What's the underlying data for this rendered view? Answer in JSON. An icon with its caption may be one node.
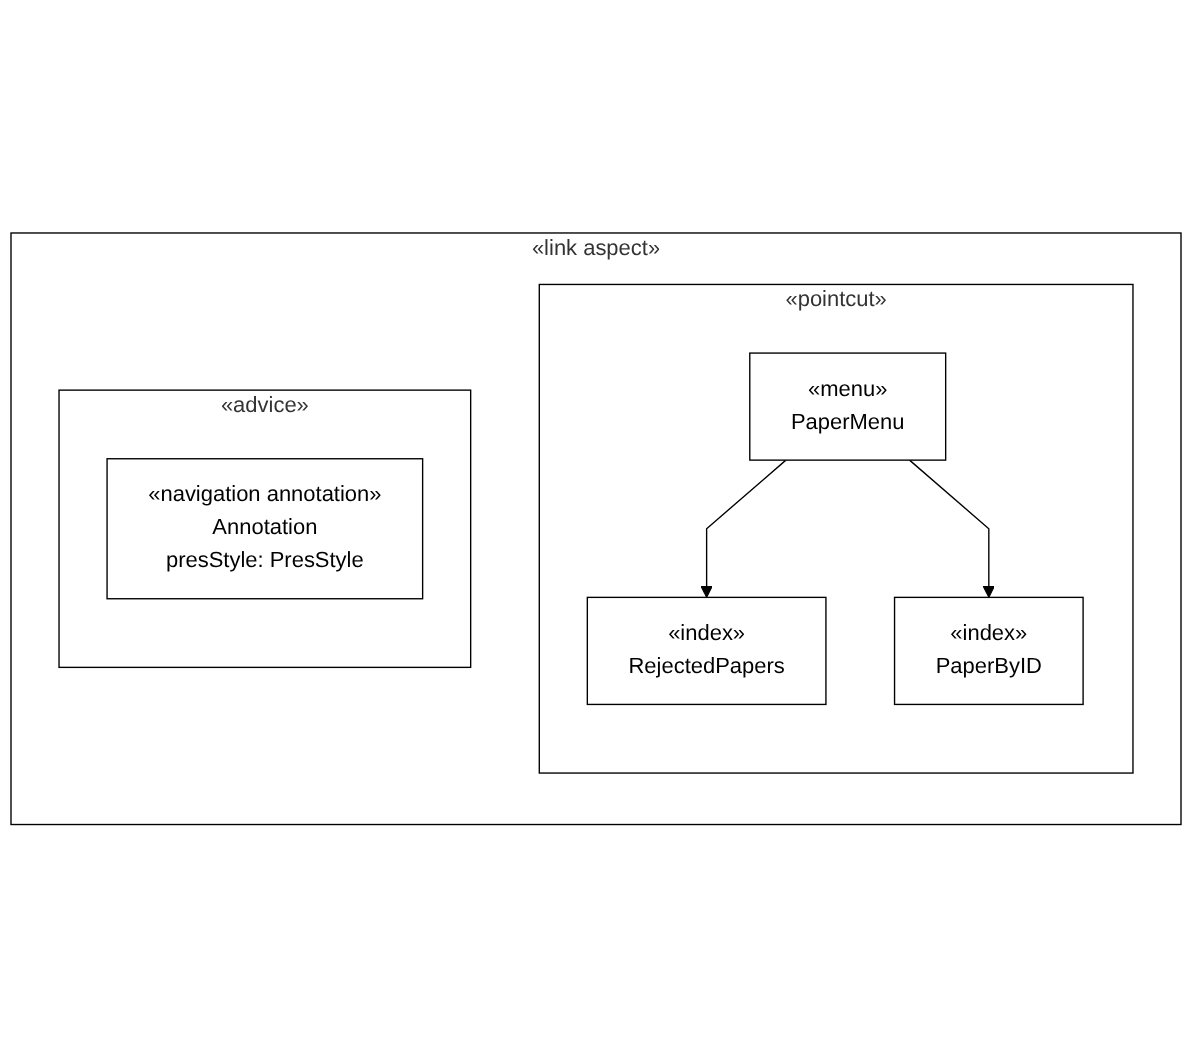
{
  "diagram": {
    "nodes": [
      {
        "text": [
          "«link aspect»"
        ]
      },
      {
        "text": [
          "«pointcut»"
        ],
        "in": 0
      },
      {
        "text": [
          "«menu»",
          "PaperMenu"
        ],
        "in": 1
      },
      {
        "text": [
          "«index»",
          "RejectedPapers"
        ],
        "in": 1
      },
      {
        "text": [
          "«index»",
          "PaperByID"
        ],
        "in": 1
      },
      {
        "text": [
          "«advice»"
        ],
        "in": 0
      },
      {
        "text": [
          "«navigation annotation»",
          "Annotation",
          "presStyle: PresStyle"
        ],
        "in": 5
      }
    ],
    "edges": [
      {
        "from": 2,
        "to": 3,
        "arrow": "to"
      },
      {
        "from": 2,
        "to": 4,
        "arrow": "to"
      }
    ]
  }
}
